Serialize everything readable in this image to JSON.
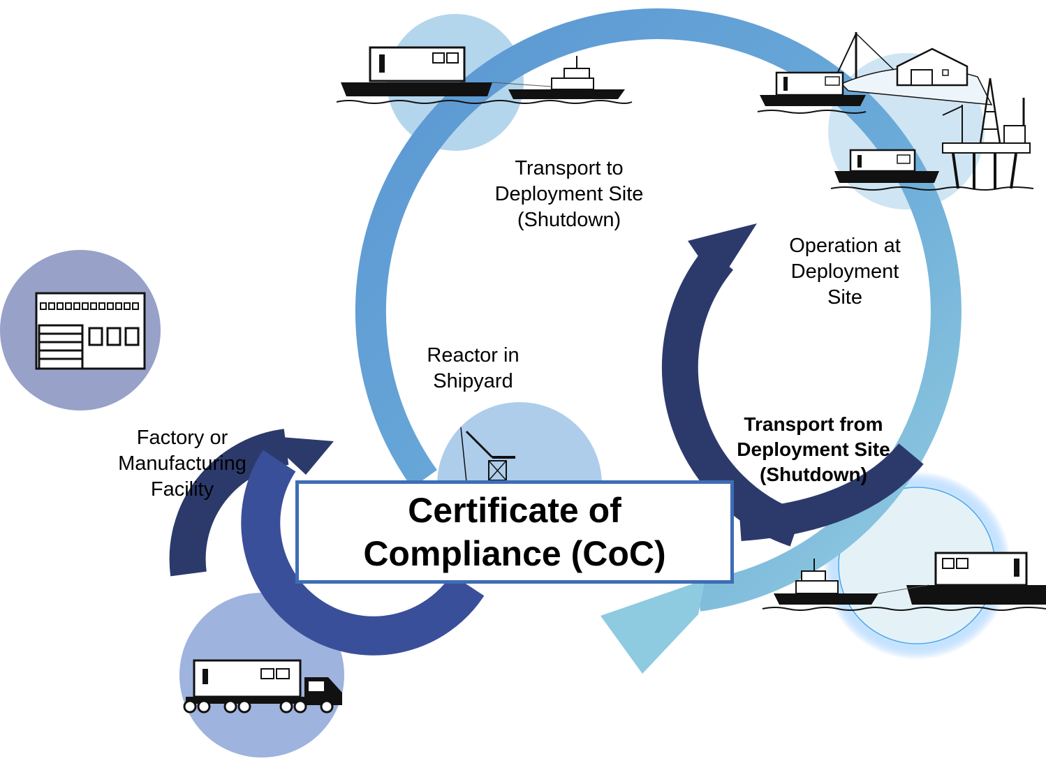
{
  "labels": {
    "transport_to": "Transport to\nDeployment Site\n(Shutdown)",
    "operation": "Operation at\nDeployment\nSite",
    "reactor_shipyard": "Reactor in\nShipyard",
    "factory": "Factory or\nManufacturing\nFacility",
    "transport_from": "Transport from\nDeployment Site\n(Shutdown)"
  },
  "center": {
    "title": "Certificate of\nCompliance (CoC)"
  },
  "colors": {
    "dark_navy": "#2c3a6b",
    "royal_blue": "#3a4f99",
    "mid_blue": "#5f9fd6",
    "light_blue": "#8ecae0",
    "lavender_circle": "#98a1c8",
    "pale_circle": "#b9d6ee",
    "box_border": "#3e6db5"
  },
  "icons": [
    "factory-icon",
    "truck-icon",
    "barge-tug-icon",
    "deployment-site-icon",
    "crane-icon",
    "return-barge-icon"
  ]
}
